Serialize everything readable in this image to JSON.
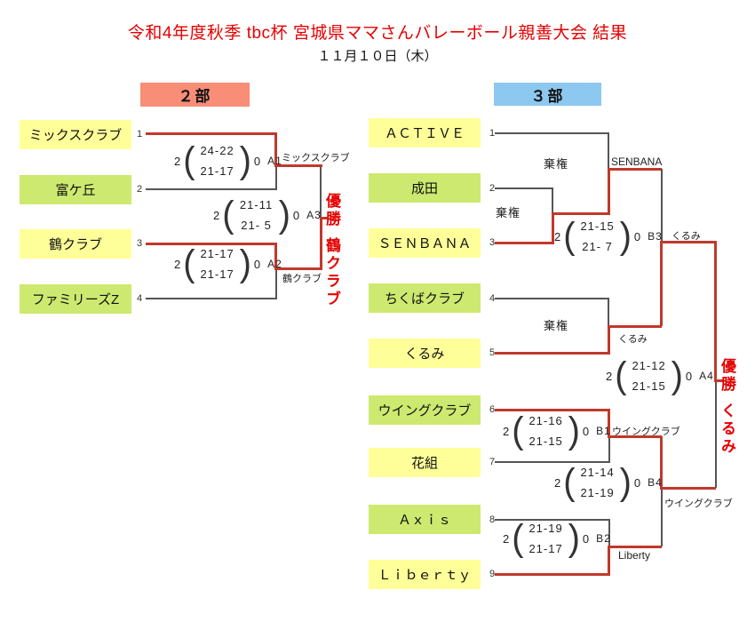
{
  "title": "令和4年度秋季 tbc杯 宮城県ママさんバレーボール親善大会 結果",
  "date": "１１月１０日（木）",
  "colors": {
    "title_red": "#e60000",
    "line_red": "#c0392b",
    "line_gray": "#555555",
    "team_yellow": "#ffff99",
    "team_green": "#cde96f",
    "header_salmon": "#f88d78",
    "header_blue": "#8cc8f0"
  },
  "division2": {
    "header": "２部",
    "teams": [
      {
        "seed": "1",
        "name": "ミックスクラブ"
      },
      {
        "seed": "2",
        "name": "富ケ丘"
      },
      {
        "seed": "3",
        "name": "鶴クラブ"
      },
      {
        "seed": "4",
        "name": "ファミリーズZ"
      }
    ],
    "matches": {
      "a1": {
        "code": "A1",
        "winner_sets": "2",
        "loser_sets": "0",
        "set_scores": [
          "24-22",
          "21-17"
        ],
        "winner": "ミックスクラブ"
      },
      "a3": {
        "code": "A3",
        "winner_sets": "2",
        "loser_sets": "0",
        "set_scores": [
          "21-11",
          "21- 5"
        ]
      },
      "a2": {
        "code": "A2",
        "winner_sets": "2",
        "loser_sets": "0",
        "set_scores": [
          "21-17",
          "21-17"
        ],
        "winner": "鶴クラブ"
      }
    },
    "champion": {
      "label": "優勝",
      "name": "鶴クラブ"
    }
  },
  "division3": {
    "header": "３部",
    "teams": [
      {
        "seed": "1",
        "name": "ＡＣＴＩＶＥ"
      },
      {
        "seed": "2",
        "name": "成田"
      },
      {
        "seed": "3",
        "name": "ＳＥＮＢＡＮＡ"
      },
      {
        "seed": "4",
        "name": "ちくばクラブ"
      },
      {
        "seed": "5",
        "name": "くるみ"
      },
      {
        "seed": "6",
        "name": "ウイングクラブ"
      },
      {
        "seed": "7",
        "name": "花組"
      },
      {
        "seed": "8",
        "name": "Ａｘｉｓ"
      },
      {
        "seed": "9",
        "name": "Ｌｉｂｅｒｔｙ"
      }
    ],
    "matches": {
      "r1_narita_senbana": {
        "result": "棄権"
      },
      "r2_active_senbana": {
        "result": "棄権",
        "winner": "SENBANA"
      },
      "r1_chikuba_kurumi": {
        "result": "棄権",
        "winner": "くるみ"
      },
      "b3": {
        "code": "B3",
        "winner_sets": "2",
        "loser_sets": "0",
        "set_scores": [
          "21-15",
          "21- 7"
        ],
        "winner": "くるみ"
      },
      "a4": {
        "code": "A4",
        "winner_sets": "2",
        "loser_sets": "0",
        "set_scores": [
          "21-12",
          "21-15"
        ]
      },
      "b1": {
        "code": "B1",
        "winner_sets": "2",
        "loser_sets": "0",
        "set_scores": [
          "21-16",
          "21-15"
        ],
        "winner": "ウイングクラブ"
      },
      "b4": {
        "code": "B4",
        "winner_sets": "2",
        "loser_sets": "0",
        "set_scores": [
          "21-14",
          "21-19"
        ],
        "winner": "ウイングクラブ"
      },
      "b2": {
        "code": "B2",
        "winner_sets": "2",
        "loser_sets": "0",
        "set_scores": [
          "21-19",
          "21-17"
        ],
        "winner": "Liberty"
      }
    },
    "champion": {
      "label": "優勝",
      "name": "くるみ"
    }
  }
}
